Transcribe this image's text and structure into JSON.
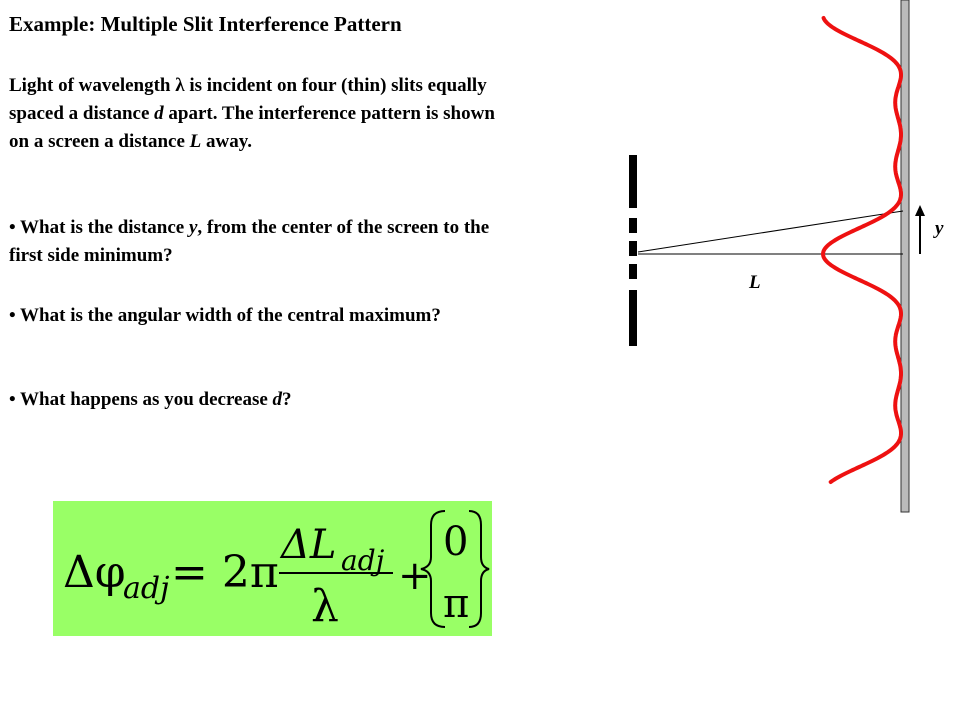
{
  "title": "Example:  Multiple Slit Interference Pattern",
  "paragraph": {
    "part1": "Light of wavelength ",
    "lambda": "λ",
    "part2": " is incident on four (thin) slits equally spaced a distance ",
    "d": "d",
    "part3": " apart.  The interference pattern is shown on a screen a distance ",
    "L": "L",
    "part4": " away."
  },
  "bullets": [
    {
      "pre": "•  What is the distance ",
      "var": "y",
      "post": ", from the center of the screen to the first side minimum?"
    },
    {
      "pre": "•  What is the angular width of the central maximum?"
    },
    {
      "pre": "•  What happens as you decrease ",
      "var": "d",
      "post": "?"
    }
  ],
  "diagram": {
    "label_y": "y",
    "label_L": "L",
    "slit_count": 4,
    "colors": {
      "wave": "#ee1111",
      "screen": "#bbbbbb",
      "barrier": "#000000"
    }
  },
  "equation": {
    "background": "#99ff66",
    "delta_phi": "Δφ",
    "sub_adj": "adj",
    "equals_two_pi": "= 2π",
    "numerator": "ΔL",
    "numerator_sub": "adj",
    "denominator": "λ",
    "plus": "+",
    "case_top": "0",
    "case_bottom": "π"
  }
}
